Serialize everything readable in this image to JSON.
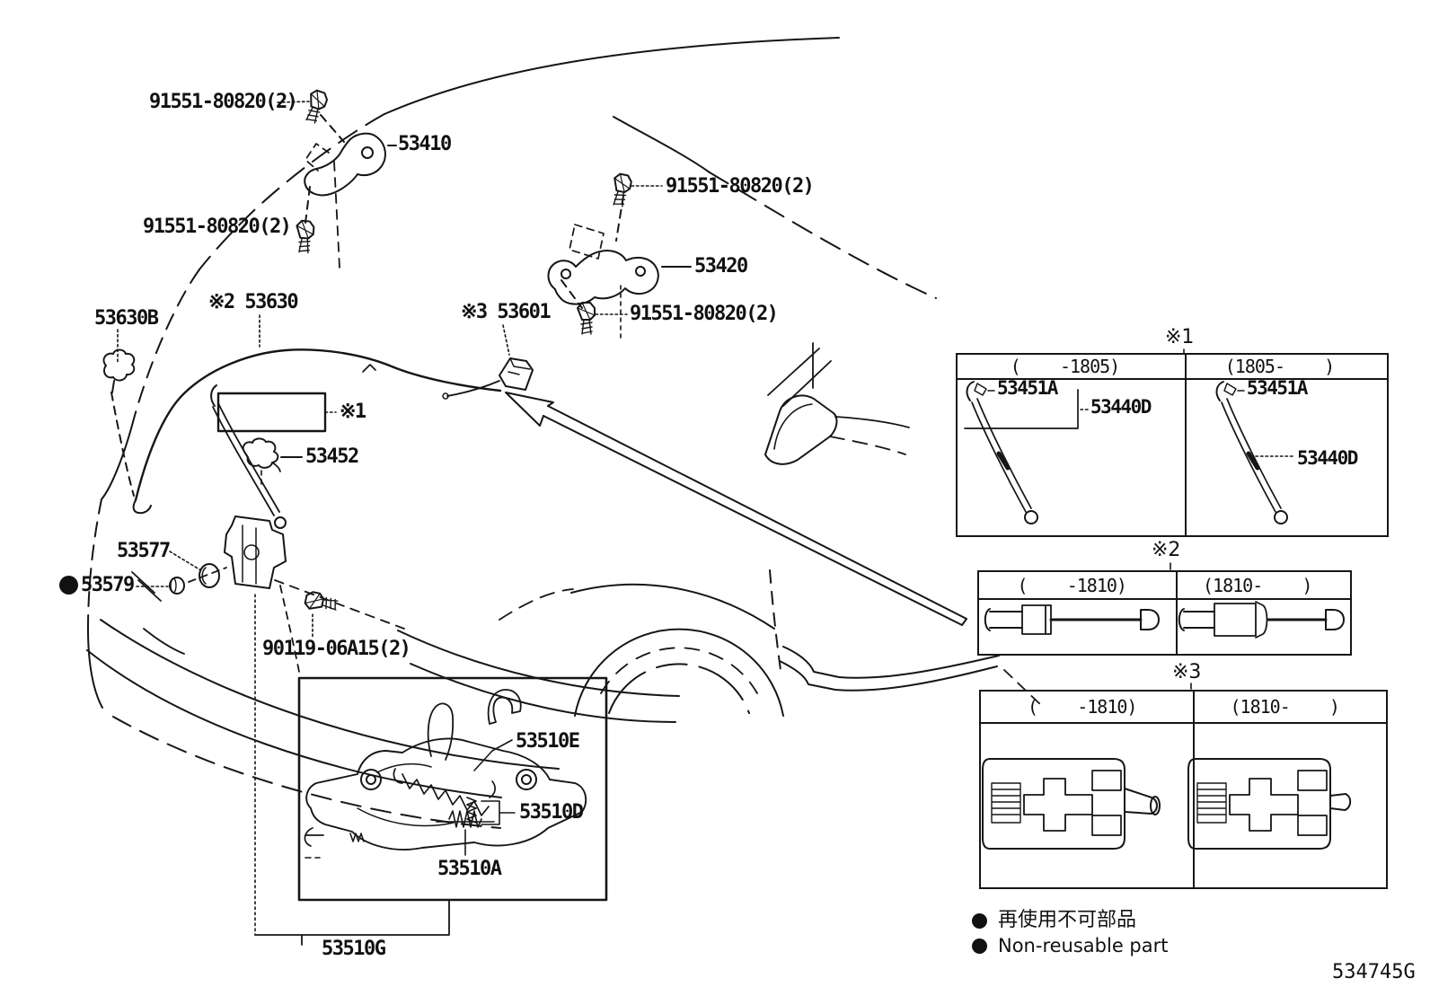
{
  "callouts": {
    "bolt_top_left": "91551-80820(2)",
    "p53410": "53410",
    "bolt_mid_left": "91551-80820(2)",
    "bolt_top_right": "91551-80820(2)",
    "p53420": "53420",
    "bolt_mid_right": "91551-80820(2)",
    "p53630B": "53630B",
    "p53630": "※2 53630",
    "p53601": "※3 53601",
    "ref1": "※1",
    "p53452": "53452",
    "p53577": "53577",
    "p53579": "53579",
    "p90119": "90119-06A15(2)",
    "p53510E": "53510E",
    "p53510D": "53510D",
    "p53510A": "53510A",
    "p53510G": "53510G"
  },
  "tables": {
    "t1": {
      "title": "※1",
      "columns": [
        "(    -1805)",
        "(1805-    )"
      ],
      "left": {
        "clip": "53451A",
        "rod": "53440D"
      },
      "right": {
        "clip": "53451A",
        "rod": "53440D"
      }
    },
    "t2": {
      "title": "※2",
      "columns": [
        "(    -1810)",
        "(1810-    )"
      ]
    },
    "t3": {
      "title": "※3",
      "columns": [
        "(    -1810)",
        "(1810-    )"
      ]
    }
  },
  "legend": {
    "ja": "再使用不可部品",
    "en": "Non-reusable part"
  },
  "figure_code": "534745G"
}
